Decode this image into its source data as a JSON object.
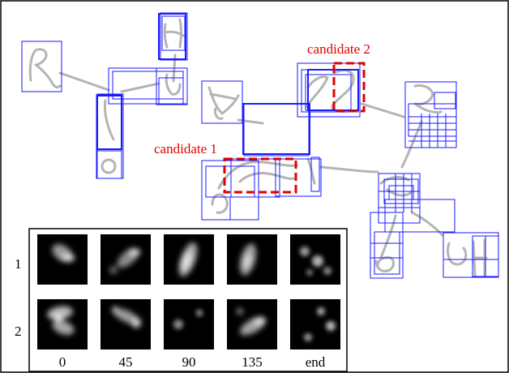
{
  "annotations": {
    "candidate_1": "candidate 1",
    "candidate_2": "candidate 2"
  },
  "inset": {
    "row_labels": [
      "1",
      "2"
    ],
    "column_labels": [
      "0",
      "45",
      "90",
      "135",
      "end"
    ]
  },
  "colors": {
    "box": "#1a1aff",
    "stroke": "#b4b4b4",
    "candidate": "#e00000",
    "frame": "#000000"
  }
}
